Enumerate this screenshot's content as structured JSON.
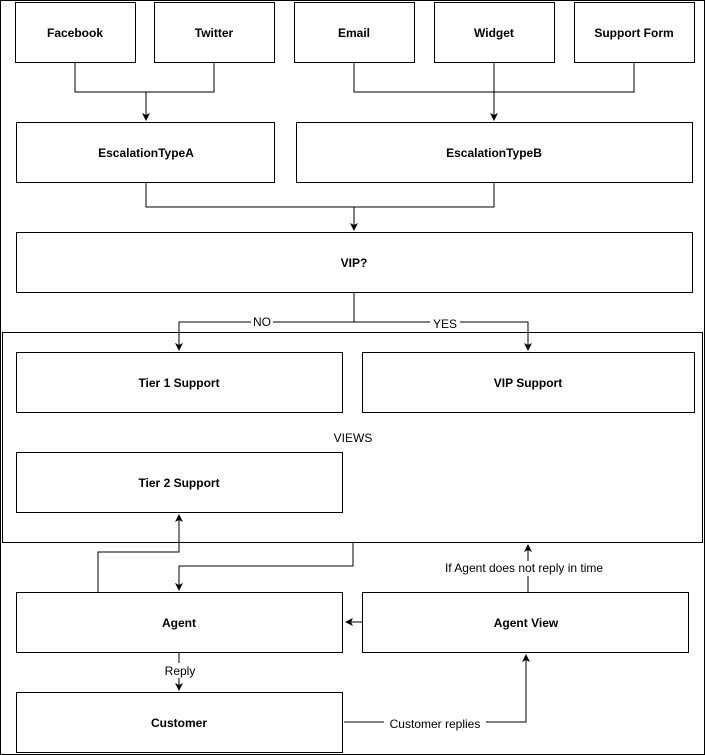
{
  "nodes": {
    "facebook": "Facebook",
    "twitter": "Twitter",
    "email": "Email",
    "widget": "Widget",
    "support_form": "Support Form",
    "escalation_a": "EscalationTypeA",
    "escalation_b": "EscalationTypeB",
    "vip_decision": "VIP?",
    "tier1": "Tier 1 Support",
    "vip_support": "VIP Support",
    "tier2": "Tier 2 Support",
    "agent": "Agent",
    "agent_view": "Agent View",
    "customer": "Customer"
  },
  "groups": {
    "views": "VIEWS"
  },
  "edge_labels": {
    "no": "NO",
    "yes": "YES",
    "reply": "Reply",
    "customer_replies": "Customer replies",
    "no_reply_in_time": "If Agent does not reply in time"
  },
  "colors": {
    "stroke": "#000000",
    "fill": "#ffffff"
  }
}
